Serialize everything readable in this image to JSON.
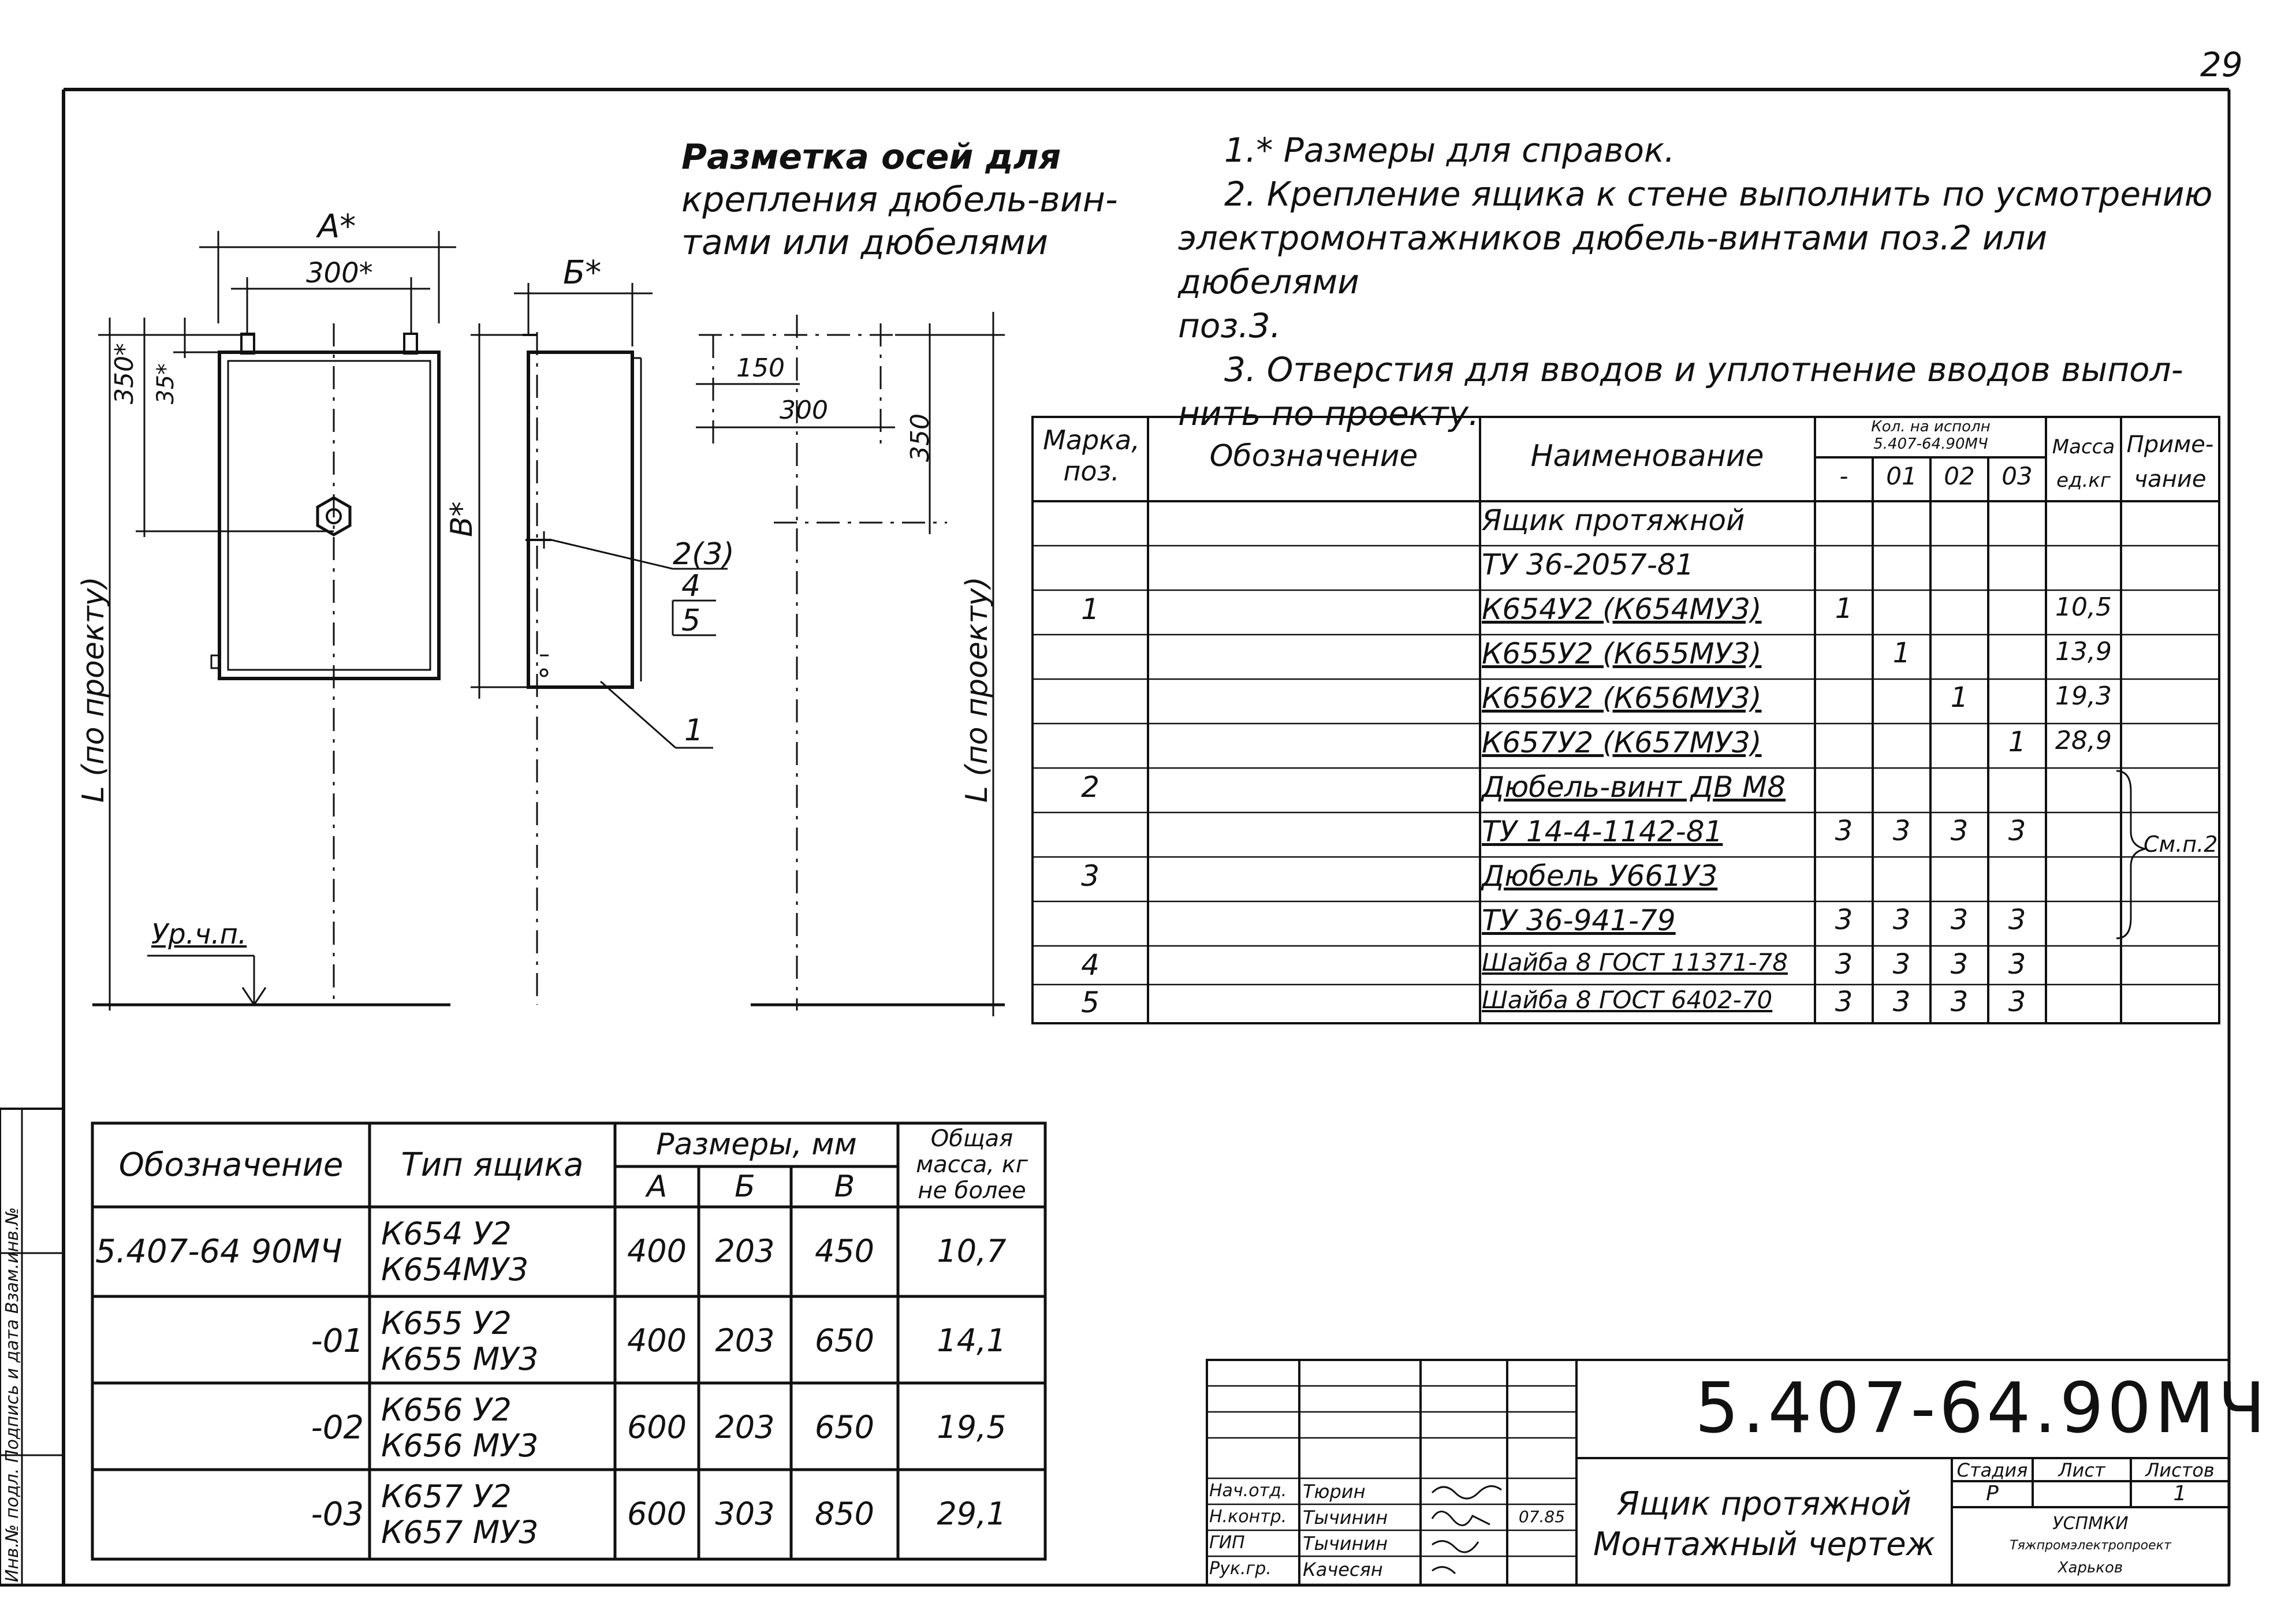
{
  "page_number": "29",
  "markings_title": [
    "Разметка осей для",
    "крепления дюбель-вин-",
    "тами или дюбелями"
  ],
  "notes": [
    "1.* Размеры для справок.",
    "2. Крепление ящика к стене выполнить по усмотрению",
    "электромонтажников дюбель-винтами поз.2 или дюбелями",
    "поз.3.",
    "3. Отверстия для вводов и уплотнение вводов выпол-",
    "нить по проекту."
  ],
  "drawing": {
    "front": {
      "A": "A*",
      "w300": "300*",
      "h350": "350*",
      "h35": "35*",
      "L": "L (по проекту)",
      "level": "Ур.ч.п."
    },
    "side": {
      "B": "Б*",
      "V": "В*",
      "callout_23": "2(3)",
      "callout_4": "4",
      "callout_5": "5",
      "callout_1": "1"
    },
    "marks": {
      "d150": "150",
      "d300": "300",
      "d350": "350",
      "L": "L (по проекту)"
    }
  },
  "spec_table": {
    "headers": {
      "mark": [
        "Марка,",
        "поз."
      ],
      "designation": "Обозначение",
      "name": "Наименование",
      "qty_group": [
        "Кол. на исполн",
        "5.407-64.90МЧ"
      ],
      "qty_cols": [
        "-",
        "01",
        "02",
        "03"
      ],
      "mass": [
        "Масса",
        "ед.кг"
      ],
      "note": [
        "Приме-",
        "чание"
      ]
    },
    "rows": [
      {
        "mark": "",
        "name": "Ящик протяжной",
        "q0": "",
        "q1": "",
        "q2": "",
        "q3": "",
        "mass": ""
      },
      {
        "mark": "",
        "name": "ТУ 36-2057-81",
        "q0": "",
        "q1": "",
        "q2": "",
        "q3": "",
        "mass": ""
      },
      {
        "mark": "1",
        "name": "К654У2 (К654МУ3)",
        "q0": "1",
        "q1": "",
        "q2": "",
        "q3": "",
        "mass": "10,5"
      },
      {
        "mark": "",
        "name": "К655У2 (К655МУ3)",
        "q0": "",
        "q1": "1",
        "q2": "",
        "q3": "",
        "mass": "13,9"
      },
      {
        "mark": "",
        "name": "К656У2 (К656МУ3)",
        "q0": "",
        "q1": "",
        "q2": "1",
        "q3": "",
        "mass": "19,3"
      },
      {
        "mark": "",
        "name": "К657У2 (К657МУ3)",
        "q0": "",
        "q1": "",
        "q2": "",
        "q3": "1",
        "mass": "28,9"
      },
      {
        "mark": "2",
        "name": "Дюбель-винт ДВ М8",
        "q0": "",
        "q1": "",
        "q2": "",
        "q3": "",
        "mass": ""
      },
      {
        "mark": "",
        "name": "ТУ 14-4-1142-81",
        "q0": "3",
        "q1": "3",
        "q2": "3",
        "q3": "3",
        "mass": ""
      },
      {
        "mark": "3",
        "name": "Дюбель У661У3",
        "q0": "",
        "q1": "",
        "q2": "",
        "q3": "",
        "mass": ""
      },
      {
        "mark": "",
        "name": "ТУ 36-941-79",
        "q0": "3",
        "q1": "3",
        "q2": "3",
        "q3": "3",
        "mass": ""
      },
      {
        "mark": "4",
        "name": "Шайба 8 ГОСТ 11371-78",
        "q0": "3",
        "q1": "3",
        "q2": "3",
        "q3": "3",
        "mass": ""
      },
      {
        "mark": "5",
        "name": "Шайба 8 ГОСТ 6402-70",
        "q0": "3",
        "q1": "3",
        "q2": "3",
        "q3": "3",
        "mass": ""
      }
    ],
    "note_text": "См.п.2"
  },
  "box_table": {
    "headers": {
      "designation": "Обозначение",
      "type": "Тип ящика",
      "sizes": "Размеры, мм",
      "size_cols": [
        "А",
        "Б",
        "В"
      ],
      "mass": [
        "Общая",
        "масса, кг",
        "не более"
      ]
    },
    "rows": [
      {
        "designation": "5.407-64 90МЧ",
        "type": [
          "К654 У2",
          "К654МУ3"
        ],
        "A": "400",
        "B": "203",
        "V": "450",
        "mass": "10,7"
      },
      {
        "designation": "-01",
        "type": [
          "К655 У2",
          "К655 МУ3"
        ],
        "A": "400",
        "B": "203",
        "V": "650",
        "mass": "14,1"
      },
      {
        "designation": "-02",
        "type": [
          "К656 У2",
          "К656 МУ3"
        ],
        "A": "600",
        "B": "203",
        "V": "650",
        "mass": "19,5"
      },
      {
        "designation": "-03",
        "type": [
          "К657 У2",
          "К657 МУ3"
        ],
        "A": "600",
        "B": "303",
        "V": "850",
        "mass": "29,1"
      }
    ]
  },
  "side_stamp": "Инв.№ подл. Подпись и дата Взам.инв.№",
  "title_block": {
    "doc_code": "5.407-64.90МЧ",
    "title": [
      "Ящик протяжной",
      "Монтажный чертеж"
    ],
    "stage_label": "Стадия",
    "sheet_label": "Лист",
    "sheets_label": "Листов",
    "stage": "Р",
    "sheets": "1",
    "org": [
      "УСПМКИ",
      "Тяжпромэлектропроект",
      "Харьков"
    ],
    "roles": [
      "Нач.отд.",
      "Н.контр.",
      "ГИП",
      "Рук.гр."
    ],
    "names": [
      "Тюрин",
      "Тычинин",
      "Тычинин",
      "Качесян"
    ],
    "date": "07.85"
  }
}
